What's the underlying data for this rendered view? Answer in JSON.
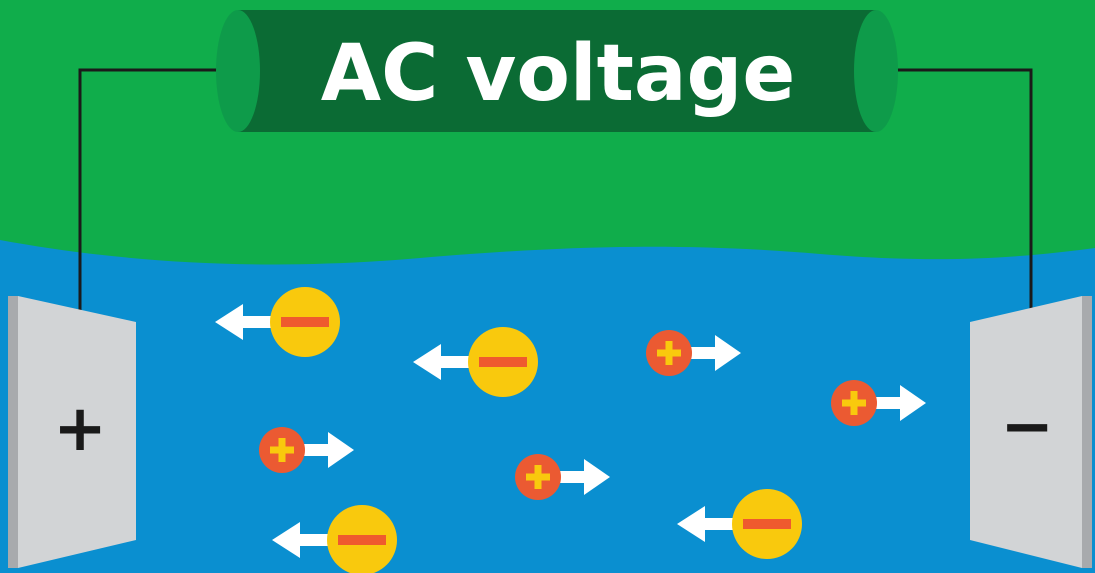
{
  "title": "AC voltage",
  "electrodes": {
    "left": {
      "sign": "+"
    },
    "right": {
      "sign": "−"
    }
  },
  "particles": [
    {
      "charge": "negative",
      "direction": "left"
    },
    {
      "charge": "negative",
      "direction": "left"
    },
    {
      "charge": "positive",
      "direction": "right"
    },
    {
      "charge": "positive",
      "direction": "right"
    },
    {
      "charge": "positive",
      "direction": "right"
    },
    {
      "charge": "positive",
      "direction": "right"
    },
    {
      "charge": "negative",
      "direction": "left"
    },
    {
      "charge": "negative",
      "direction": "left"
    }
  ],
  "colors": {
    "background_green": "#0f9e49",
    "liquid_blue": "#0a8fd0",
    "tube_dark": "#0b6b34",
    "tube_end": "#0e9b4a",
    "electrode_face": "#d2d4d6",
    "electrode_edge": "#a8aaad",
    "negative_ion": "#f9c90d",
    "positive_ion": "#eb5a32",
    "ion_sign_negative": "#ef5a2e",
    "ion_sign_positive": "#f9c90d",
    "arrow": "#ffffff",
    "wire": "#1a1a1a",
    "sign": "#1a1a1a"
  }
}
